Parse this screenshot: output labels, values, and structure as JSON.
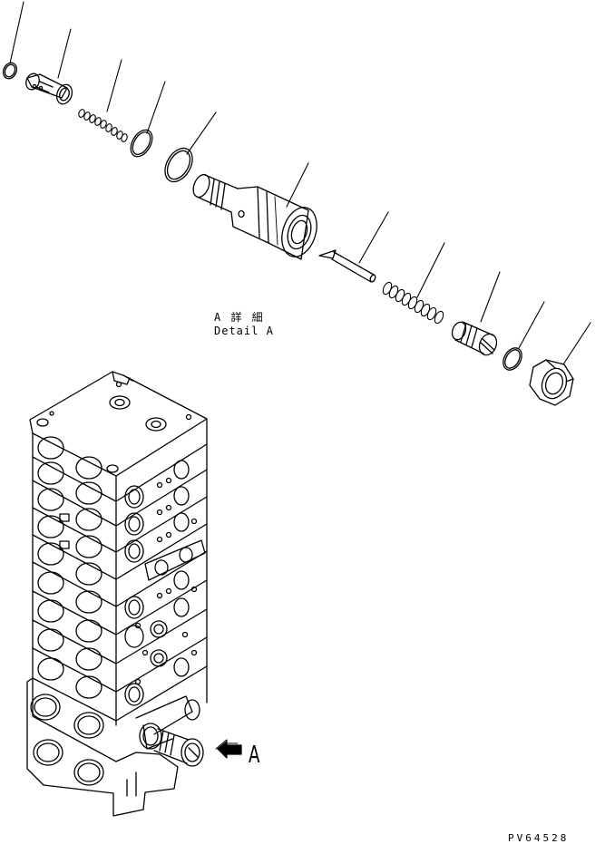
{
  "labels": {
    "detail_jp": "A 詳 細",
    "detail_en": "Detail A",
    "view_letter": "A",
    "drawing_no": "PV64528"
  },
  "colors": {
    "line": "#000000",
    "background": "#ffffff"
  },
  "parts": [
    {
      "name": "o-ring-small-top"
    },
    {
      "name": "sleeve"
    },
    {
      "name": "spring-small"
    },
    {
      "name": "o-ring-medium"
    },
    {
      "name": "o-ring-large"
    },
    {
      "name": "valve-body"
    },
    {
      "name": "poppet-needle"
    },
    {
      "name": "spring-large"
    },
    {
      "name": "plug"
    },
    {
      "name": "o-ring-plug"
    },
    {
      "name": "nut"
    }
  ]
}
